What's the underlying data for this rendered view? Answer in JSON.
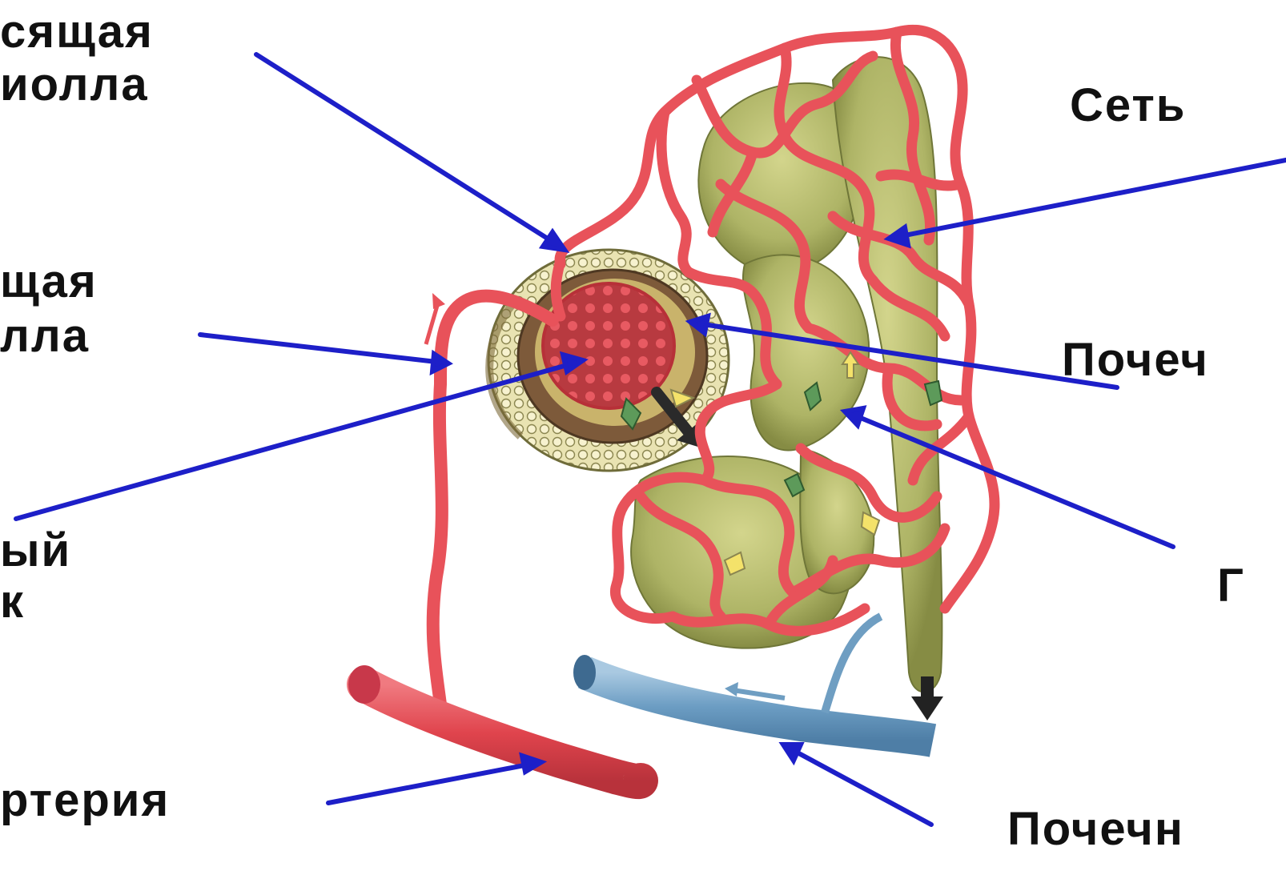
{
  "labels": {
    "efferent_line1": "сящая",
    "efferent_line2": "иолла",
    "afferent_line1": "щая",
    "afferent_line2": "лла",
    "glomerulus_line1": "ый",
    "glomerulus_line2": "к",
    "artery": "ртерия",
    "capillary_net": "Сеть",
    "capsule": "Почеч",
    "tubule": "Г",
    "vein": "Почечн"
  },
  "colors": {
    "vessel_red": "#e8525a",
    "vessel_dark": "#c83a44",
    "tubule_green": "#b5bb6c",
    "tubule_dark": "#7f8642",
    "vein_blue": "#6f9ec2",
    "arrow_blue": "#1d1fc8",
    "flow_arrow": "#2a2a2a"
  }
}
